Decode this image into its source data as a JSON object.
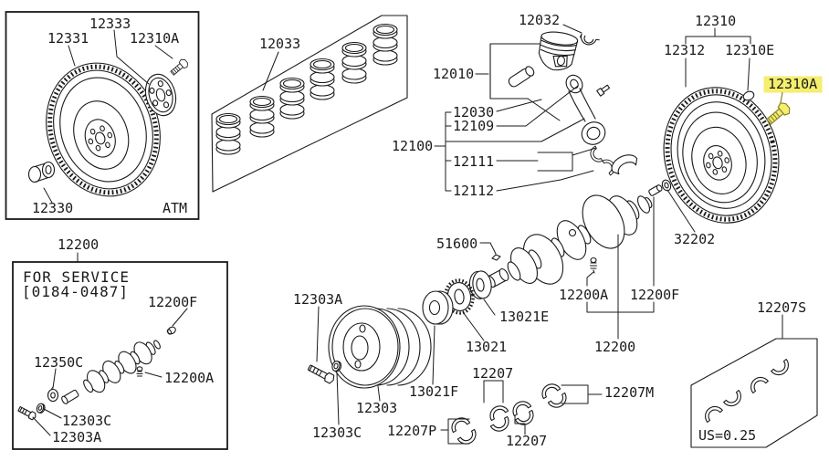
{
  "highlight": {
    "bg": "#f5ee6e",
    "fg": "#8a842d"
  },
  "atm_box": {
    "ring_gear": "12331",
    "plate": "12333",
    "bolt": "12310A",
    "bushing": "12330",
    "tag": "ATM"
  },
  "ring_set": {
    "label": "12033"
  },
  "piston": {
    "snap_ring": "12032",
    "piston": "12010",
    "assembly": "12100",
    "pin": "12030",
    "bushing": "12109",
    "rod": "12111",
    "rod_bearing": "12112"
  },
  "flywheel": {
    "assembly": "12310",
    "flywheel": "12312",
    "pilot": "12310E",
    "bolt": "12310A",
    "pilot_bushing": "32202"
  },
  "crankshaft": {
    "key": "51600",
    "label": "12200",
    "bolt": "12200A",
    "plug": "12200F",
    "washer": "13021E",
    "sprocket": "13021"
  },
  "front_end": {
    "pulley": "12303",
    "bolt": "12303A",
    "washer": "12303C",
    "sprocket": "13021F"
  },
  "bearings": {
    "upper": "12207",
    "lower": "12207",
    "main": "12207M",
    "thrust": "12207P",
    "undersize": "12207S",
    "undersize_note": "US=0.25"
  },
  "service": {
    "label": "12200",
    "line1": "FOR SERVICE",
    "line2": "[0184-0487]",
    "plug": "12200F",
    "key": "12350C",
    "bolt": "12200A",
    "washer": "12303C",
    "pulley_bolt": "12303A"
  }
}
